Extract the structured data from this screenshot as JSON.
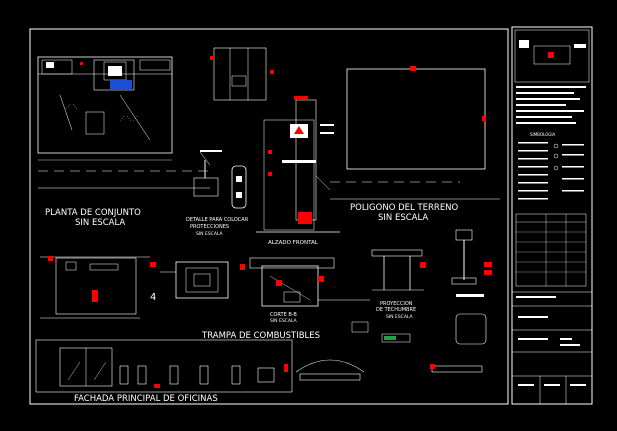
{
  "drawing": {
    "labels": {
      "planta_1": "PLANTA DE CONJUNTO",
      "planta_2": "SIN ESCALA",
      "detalle_1": "DETALLE PARA COLOCAR",
      "detalle_2": "PROTECCIONES",
      "detalle_3": "SIN ESCALA",
      "poligono_1": "POLIGONO DEL TERRENO",
      "poligono_2": "SIN ESCALA",
      "alzado": "ALZADO FRONTAL",
      "corte_1": "CORTE B-B",
      "corte_2": "SIN ESCALA",
      "proyeccion_1": "PROYECCION",
      "proyeccion_2": "DE TECHUMBRE",
      "proyeccion_3": "SIN ESCALA",
      "trampa": "TRAMPA DE COMBUSTIBLES",
      "fachada": "FACHADA PRINCIPAL DE OFICINAS",
      "simbologia": "SIMBOLOGIA"
    },
    "colors": {
      "background": "#000000",
      "lines": "#ffffff",
      "accent": "#ff0000"
    }
  }
}
